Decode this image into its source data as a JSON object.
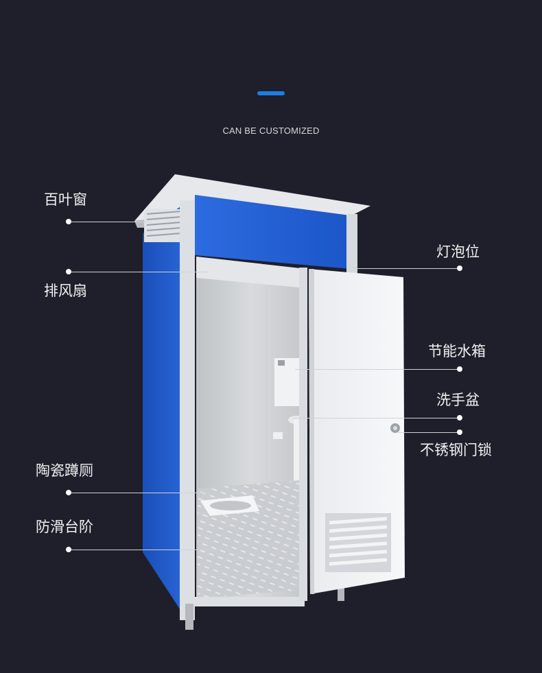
{
  "header": {
    "subtitle": "CAN BE CUSTOMIZED",
    "accent_color": "#1a7fe6"
  },
  "product": {
    "description_icon": "portable-toilet-image",
    "body_color": "#1b55c8"
  },
  "callouts": {
    "louver_window": "百叶窗",
    "exhaust_fan": "排风扇",
    "light_position": "灯泡位",
    "water_tank": "节能水箱",
    "wash_basin": "洗手盆",
    "door_lock": "不锈钢门锁",
    "ceramic_toilet": "陶瓷蹲厕",
    "anti_slip_step": "防滑台阶"
  }
}
